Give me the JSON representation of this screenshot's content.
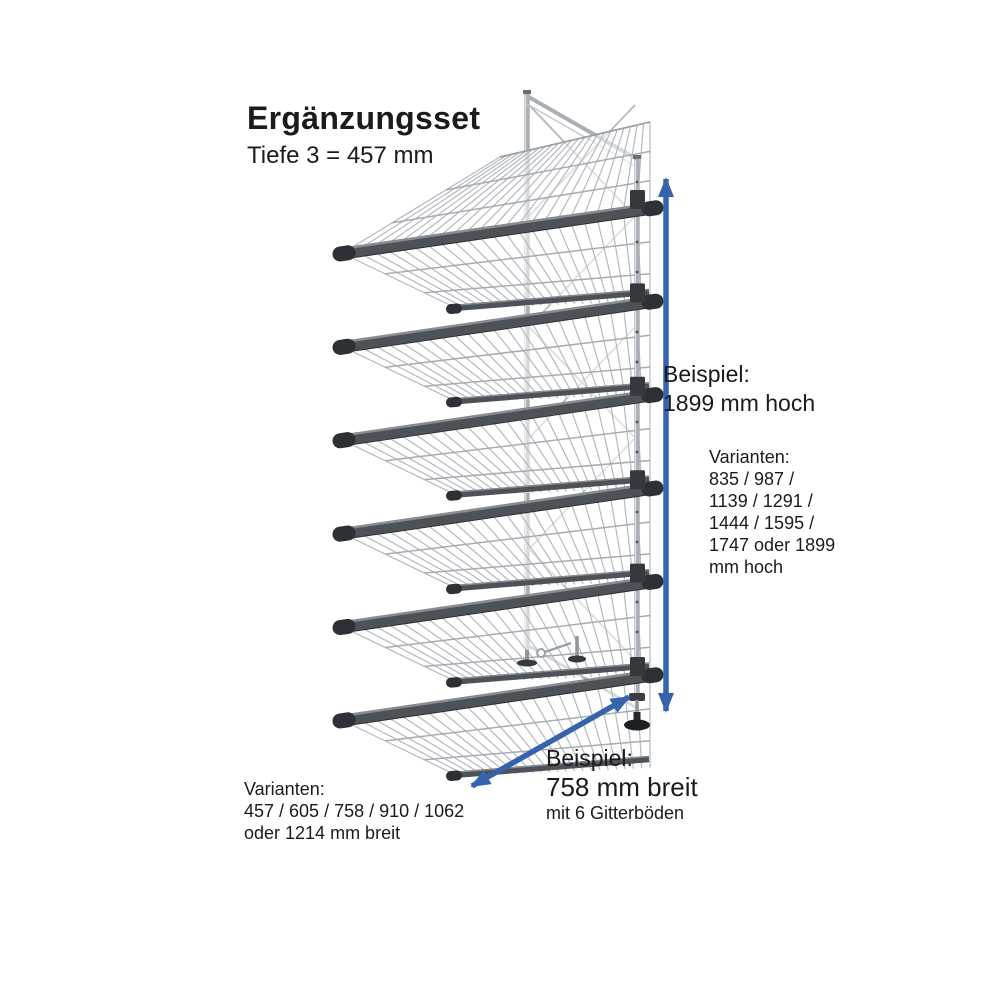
{
  "title": "Ergänzungsset",
  "subtitle": "Tiefe 3 = 457 mm",
  "height_annotation": {
    "label": "Beispiel:",
    "value": "1899 mm hoch"
  },
  "height_variants": {
    "label": "Varianten:",
    "lines": [
      "835 / 987 /",
      "1139 / 1291 /",
      "1444 / 1595 /",
      "1747 oder 1899",
      "mm hoch"
    ]
  },
  "width_annotation": {
    "label": "Beispiel:",
    "value": "758 mm breit",
    "note": "mit 6 Gitterböden"
  },
  "width_variants": {
    "label": "Varianten:",
    "lines": [
      "457 / 605 / 758 / 910 / 1062",
      "oder 1214 mm breit"
    ]
  },
  "illustration": {
    "type": "wire-shelving-addon-rack",
    "shelf_count": 6,
    "shelves_tilted": true
  },
  "colors": {
    "arrow_blue": "#3563ac",
    "text_dark": "#1b1b1b",
    "rail_dark": "#4d5258",
    "rail_edge": "#2d3034",
    "frame_gray": "#a9afb5",
    "wire_gray": "#b4b9bf"
  }
}
